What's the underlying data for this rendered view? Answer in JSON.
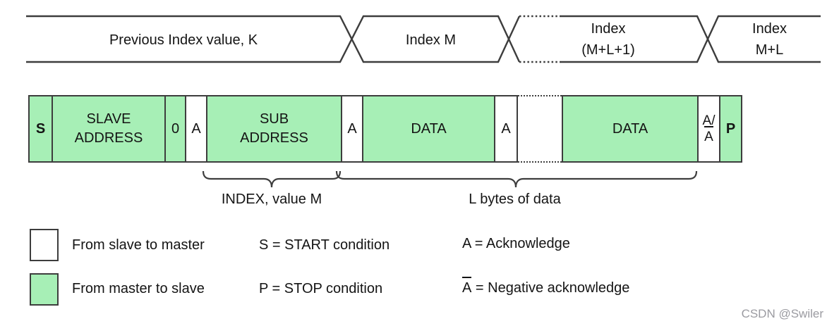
{
  "colors": {
    "master_to_slave_green": "#a7efb6",
    "line_gray": "#3d3d3d",
    "text_black": "#141414",
    "watermark_gray": "#9b9ba1"
  },
  "signal_row": {
    "seg1": "Previous Index value, K",
    "seg2": "Index M",
    "seg3_line1": "Index",
    "seg3_line2": "(M+L+1)",
    "seg4_line1": "Index",
    "seg4_line2": "M+L"
  },
  "packet": {
    "start": "S",
    "slave_addr_line1": "SLAVE",
    "slave_addr_line2": "ADDRESS",
    "rw_bit": "0",
    "ack1": "A",
    "sub_addr_line1": "SUB",
    "sub_addr_line2": "ADDRESS",
    "ack2": "A",
    "data1": "DATA",
    "ack3": "A",
    "data2": "DATA",
    "ack_nack_line1": "A/",
    "ack_nack_line2": "A",
    "stop": "P"
  },
  "braces": {
    "index_label": "INDEX, value M",
    "bytes_label": "L bytes of data"
  },
  "legend": {
    "slave_to_master": "From slave to master",
    "master_to_slave": "From master to slave",
    "start_def": "S = START condition",
    "stop_def": "P = STOP condition",
    "ack_def": "A = Acknowledge",
    "nack_symbol": "A",
    "nack_def": "= Negative acknowledge"
  },
  "watermark": "CSDN @Swiler"
}
